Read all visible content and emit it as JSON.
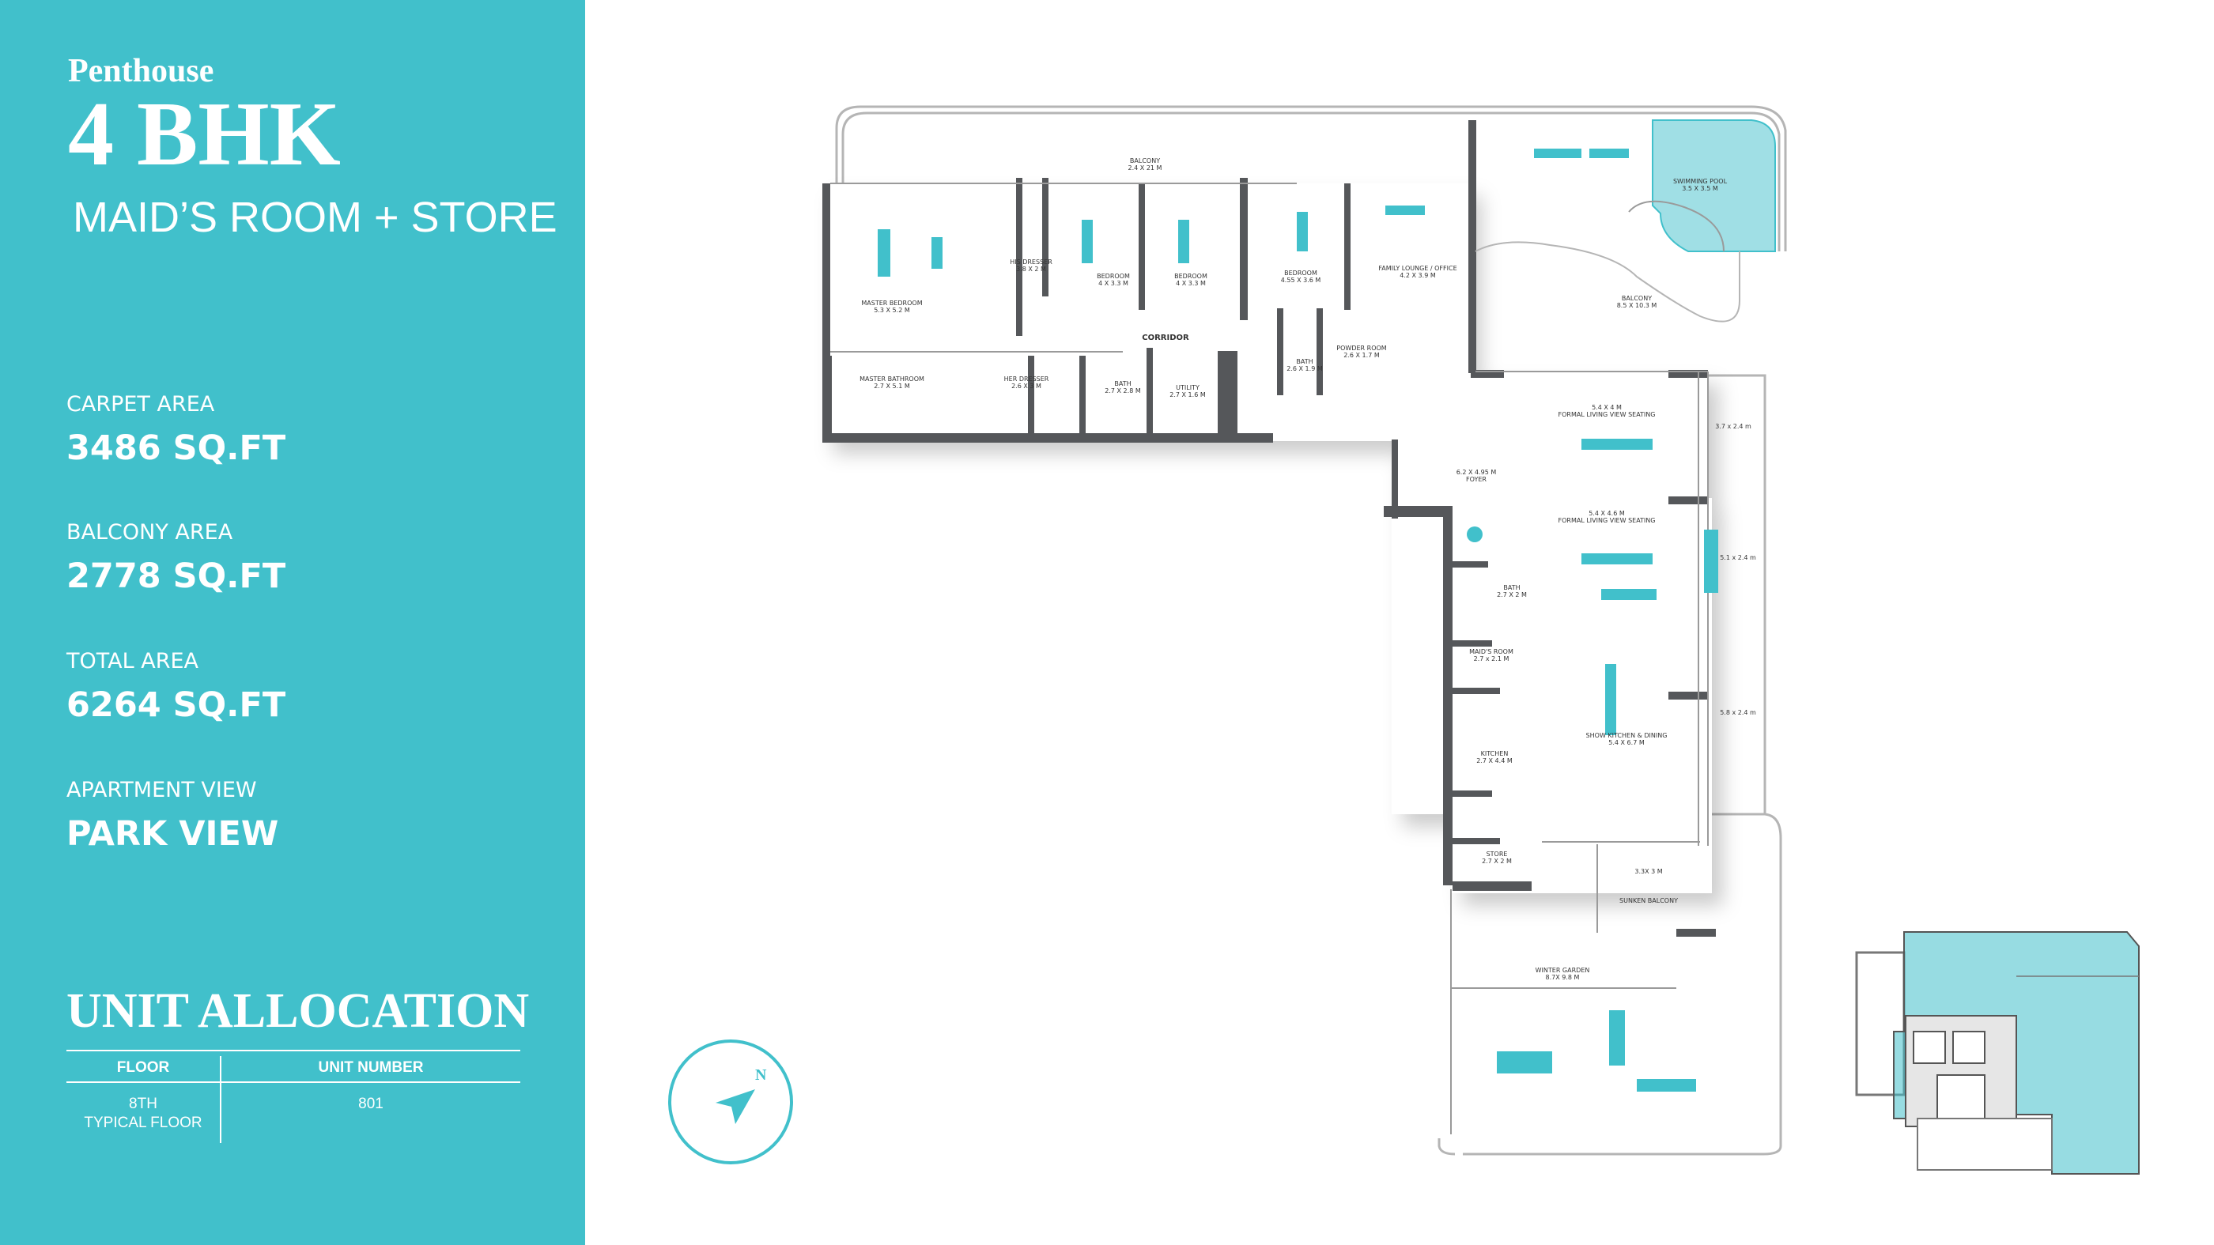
{
  "header": {
    "subtitle_top": "Penthouse",
    "title": "4 BHK",
    "subtitle": "MAID’S ROOM + STORE"
  },
  "stats": [
    {
      "label": "CARPET AREA",
      "value": "3486 SQ.FT"
    },
    {
      "label": "BALCONY AREA",
      "value": "2778 SQ.FT"
    },
    {
      "label": "TOTAL AREA",
      "value": "6264 SQ.FT"
    },
    {
      "label": "APARTMENT VIEW",
      "value": "PARK VIEW"
    }
  ],
  "unit_allocation": {
    "title": "UNIT ALLOCATION",
    "columns": [
      "FLOOR",
      "UNIT NUMBER"
    ],
    "floor": [
      "8TH",
      "TYPICAL FLOOR"
    ],
    "unit": "801"
  },
  "rooms": {
    "balcony_top": [
      "BALCONY",
      "2.4 X 21 M"
    ],
    "master_bedroom": [
      "MASTER BEDROOM",
      "5.3 X 5.2 M"
    ],
    "his_dresser": [
      "HIS DRESSER",
      "3.8 X 2 M"
    ],
    "bedroom_a": [
      "BEDROOM",
      "4 X 3.3 M"
    ],
    "bedroom_b": [
      "BEDROOM",
      "4 X 3.3 M"
    ],
    "bedroom_c": [
      "BEDROOM",
      "4.55 X 3.6 M"
    ],
    "family_lounge": [
      "FAMILY LOUNGE / OFFICE",
      "4.2 X 3.9 M"
    ],
    "swimming_pool": [
      "SWIMMING POOL",
      "3.5 X 3.5 M"
    ],
    "balcony_large": [
      "BALCONY",
      "8.5 X 10.3 M"
    ],
    "corridor": [
      "CORRIDOR"
    ],
    "bath_a": [
      "BATH",
      "2.6 X 1.9 M"
    ],
    "powder_room": [
      "POWDER ROOM",
      "2.6 X 1.7 M"
    ],
    "master_bathroom": [
      "MASTER BATHROOM",
      "2.7 X 5.1 M"
    ],
    "her_dresser": [
      "HER DRESSER",
      "2.6 X 3 M"
    ],
    "bath_b": [
      "BATH",
      "2.7 X 2.8 M"
    ],
    "utility": [
      "UTILITY",
      "2.7 X 1.6 M"
    ],
    "formal_living_1": [
      "5.4 X 4 M",
      "FORMAL LIVING VIEW SEATING"
    ],
    "foyer": [
      "6.2 X 4.95 M",
      "FOYER"
    ],
    "formal_living_2": [
      "5.4 X 4.6 M",
      "FORMAL LIVING VIEW SEATING"
    ],
    "dim_1": [
      "3.7 x 2.4 m"
    ],
    "dim_2": [
      "5.1 x 2.4 m"
    ],
    "dim_3": [
      "5.8 x 2.4 m"
    ],
    "bath_c": [
      "BATH",
      "2.7 X 2 M"
    ],
    "maids_room": [
      "MAID'S ROOM",
      "2.7 x 2.1 M"
    ],
    "kitchen": [
      "KITCHEN",
      "2.7 X 4.4 M"
    ],
    "show_kitchen": [
      "SHOW KITCHEN & DINING",
      "5.4 X 6.7 M"
    ],
    "store": [
      "STORE",
      "2.7 X 2 M"
    ],
    "sunken_balcony": [
      "3.3X 3 M",
      "SUNKEN BALCONY"
    ],
    "winter_garden": [
      "WINTER GARDEN",
      "8.7X 9.8 M"
    ]
  },
  "compass": {
    "label": "N"
  },
  "colors": {
    "accent": "#41c0cb",
    "wall": "#55575a",
    "line": "#b5b5b5"
  }
}
